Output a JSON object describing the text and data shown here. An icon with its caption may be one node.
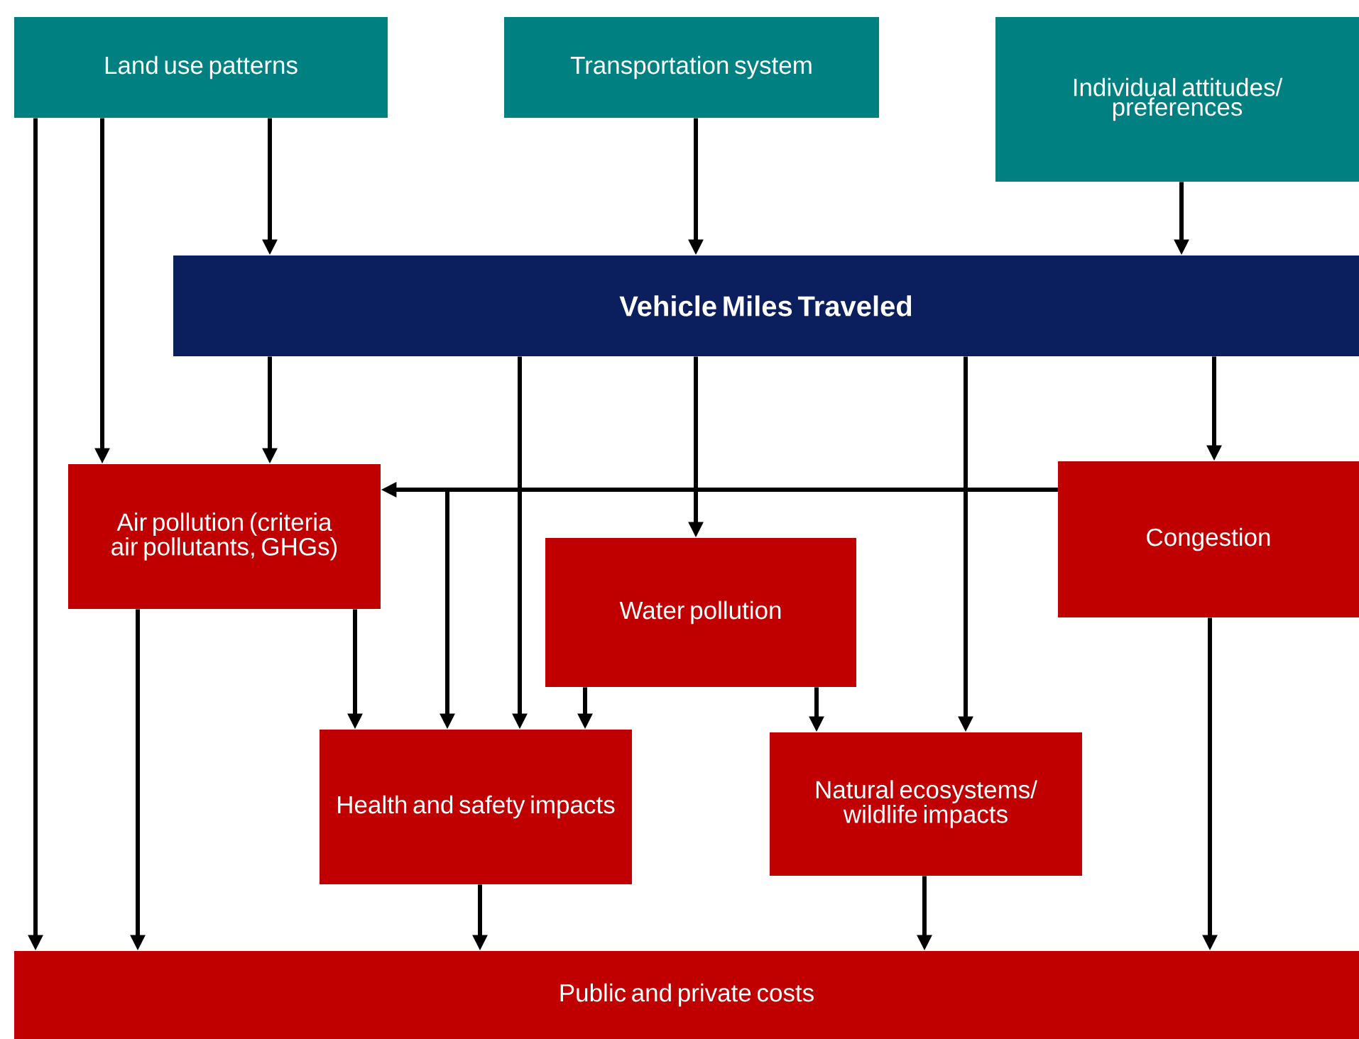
{
  "diagram": {
    "nodes": [
      {
        "text": [
          "Land use patterns"
        ]
      },
      {
        "text": [
          "Transportation system"
        ]
      },
      {
        "text": [
          "Individual attitudes/ preferences"
        ]
      },
      {
        "text": [
          "Vehicle Miles Traveled"
        ]
      },
      {
        "text": [
          "Air pollution (criteria air pollutants, GHGs)"
        ]
      },
      {
        "text": [
          "Congestion"
        ]
      },
      {
        "text": [
          "Water pollution"
        ]
      },
      {
        "text": [
          "Health and safety impacts"
        ]
      },
      {
        "text": [
          "Natural ecosystems/ wildlife impacts"
        ]
      },
      {
        "text": [
          "Public and private costs"
        ]
      }
    ],
    "edges": [
      {
        "from": 0,
        "to": 9,
        "arrow": "to"
      },
      {
        "from": 0,
        "to": 4,
        "arrow": "to"
      },
      {
        "from": 0,
        "to": 3,
        "arrow": "to"
      },
      {
        "from": 1,
        "to": 3,
        "arrow": "to"
      },
      {
        "from": 2,
        "to": 3,
        "arrow": "to"
      },
      {
        "from": 3,
        "to": 4,
        "arrow": "to"
      },
      {
        "from": 3,
        "to": 7,
        "arrow": "to"
      },
      {
        "from": 3,
        "to": 6,
        "arrow": "to"
      },
      {
        "from": 3,
        "to": 8,
        "arrow": "to"
      },
      {
        "from": 3,
        "to": 5,
        "arrow": "to"
      },
      {
        "from": 5,
        "to": 4,
        "arrow": "to"
      },
      {
        "from": 5,
        "to": 7,
        "arrow": "to"
      },
      {
        "from": 4,
        "to": 7,
        "arrow": "to"
      },
      {
        "from": 4,
        "to": 9,
        "arrow": "to"
      },
      {
        "from": 6,
        "to": 7,
        "arrow": "to"
      },
      {
        "from": 6,
        "to": 8,
        "arrow": "to"
      },
      {
        "from": 7,
        "to": 9,
        "arrow": "to"
      },
      {
        "from": 8,
        "to": 9,
        "arrow": "to"
      },
      {
        "from": 5,
        "to": 9,
        "arrow": "to"
      }
    ]
  }
}
